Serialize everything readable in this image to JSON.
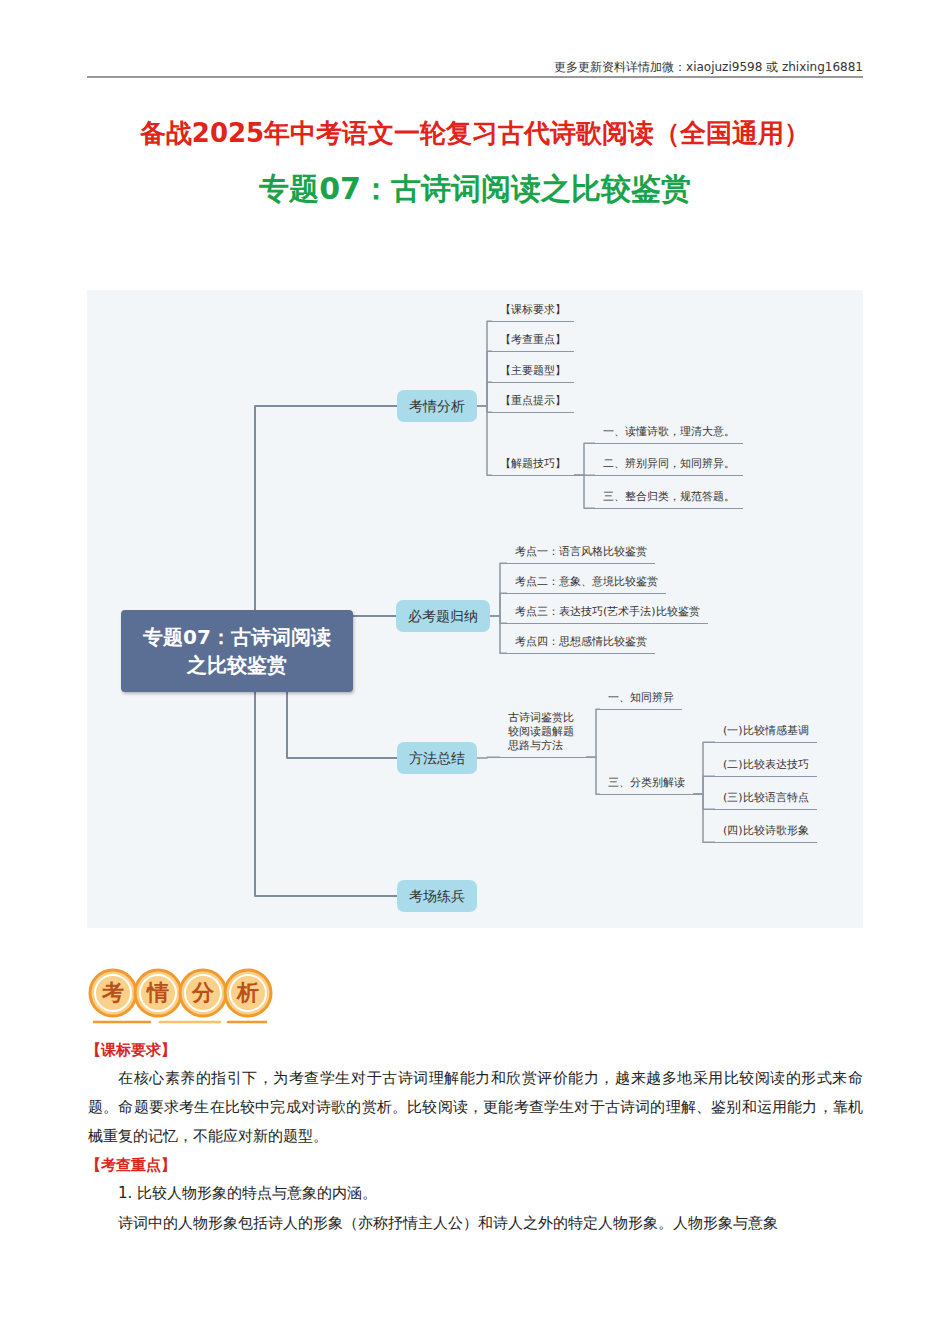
{
  "diagram": {
    "title": "备战2025年中考语文一轮复习古代诗歌阅读（全国通用）",
    "nodes": [
      {
        "text": [
          "专题07：古诗词阅读之比较鉴赏"
        ]
      },
      {
        "text": [
          "考情分析"
        ]
      },
      {
        "text": [
          "【课标要求】"
        ]
      },
      {
        "text": [
          "【考查重点】"
        ]
      },
      {
        "text": [
          "【主要题型】"
        ]
      },
      {
        "text": [
          "【重点提示】"
        ]
      },
      {
        "text": [
          "【解题技巧】"
        ]
      },
      {
        "text": [
          "一、读懂诗歌，理清大意。"
        ]
      },
      {
        "text": [
          "二、辨别异同，知同辨异。"
        ]
      },
      {
        "text": [
          "三、整合归类，规范答题。"
        ]
      },
      {
        "text": [
          "必考题归纳"
        ]
      },
      {
        "text": [
          "考点一：语言风格比较鉴赏"
        ]
      },
      {
        "text": [
          "考点二：意象、意境比较鉴赏"
        ]
      },
      {
        "text": [
          "考点三：表达技巧(艺术手法)比较鉴赏"
        ]
      },
      {
        "text": [
          "考点四：思想感情比较鉴赏"
        ]
      },
      {
        "text": [
          "方法总结"
        ]
      },
      {
        "text": [
          "古诗词鉴赏比较阅读题解题思路与方法"
        ]
      },
      {
        "text": [
          "一、知同辨异"
        ]
      },
      {
        "text": [
          "三、分类别解读"
        ]
      },
      {
        "text": [
          "(一)比较情感基调"
        ]
      },
      {
        "text": [
          "(二)比较表达技巧"
        ]
      },
      {
        "text": [
          "(三)比较语言特点"
        ]
      },
      {
        "text": [
          "(四)比较诗歌形象"
        ]
      },
      {
        "text": [
          "考场练兵"
        ]
      }
    ],
    "edges": [
      {
        "from": 0,
        "to": 1,
        "arrow": "none"
      },
      {
        "from": 0,
        "to": 10,
        "arrow": "none"
      },
      {
        "from": 0,
        "to": 15,
        "arrow": "none"
      },
      {
        "from": 0,
        "to": 23,
        "arrow": "none"
      },
      {
        "from": 1,
        "to": 2,
        "arrow": "none"
      },
      {
        "from": 1,
        "to": 3,
        "arrow": "none"
      },
      {
        "from": 1,
        "to": 4,
        "arrow": "none"
      },
      {
        "from": 1,
        "to": 5,
        "arrow": "none"
      },
      {
        "from": 1,
        "to": 6,
        "arrow": "none"
      },
      {
        "from": 6,
        "to": 7,
        "arrow": "none"
      },
      {
        "from": 6,
        "to": 8,
        "arrow": "none"
      },
      {
        "from": 6,
        "to": 9,
        "arrow": "none"
      },
      {
        "from": 10,
        "to": 11,
        "arrow": "none"
      },
      {
        "from": 10,
        "to": 12,
        "arrow": "none"
      },
      {
        "from": 10,
        "to": 13,
        "arrow": "none"
      },
      {
        "from": 10,
        "to": 14,
        "arrow": "none"
      },
      {
        "from": 15,
        "to": 16,
        "arrow": "none"
      },
      {
        "from": 16,
        "to": 17,
        "arrow": "none"
      },
      {
        "from": 16,
        "to": 18,
        "arrow": "none"
      },
      {
        "from": 18,
        "to": 19,
        "arrow": "none"
      },
      {
        "from": 18,
        "to": 20,
        "arrow": "none"
      },
      {
        "from": 18,
        "to": 21,
        "arrow": "none"
      },
      {
        "from": 18,
        "to": 22,
        "arrow": "none"
      }
    ],
    "labels": [
      "更多更新资料详情加微：xiaojuzi9598 或 zhixing16881",
      "专题07：古诗词阅读之比较鉴赏",
      "考",
      "情",
      "分",
      "析",
      "【课标要求】",
      "在核心素养的指引下，为考查学生对于古诗词理解能力和欣赏评价能力，越来越多地采用比较阅读的形式来命题。命题要求考生在比较中完成对诗歌的赏析。比较阅读，更能考查学生对于古诗词的理解、鉴别和运用能力，靠机械重复的记忆，不能应对新的题型。",
      "【考查重点】",
      "1. 比较人物形象的特点与意象的内涵。",
      "诗词中的人物形象包括诗人的形象（亦称抒情主人公）和诗人之外的特定人物形象。人物形象与意象"
    ]
  }
}
